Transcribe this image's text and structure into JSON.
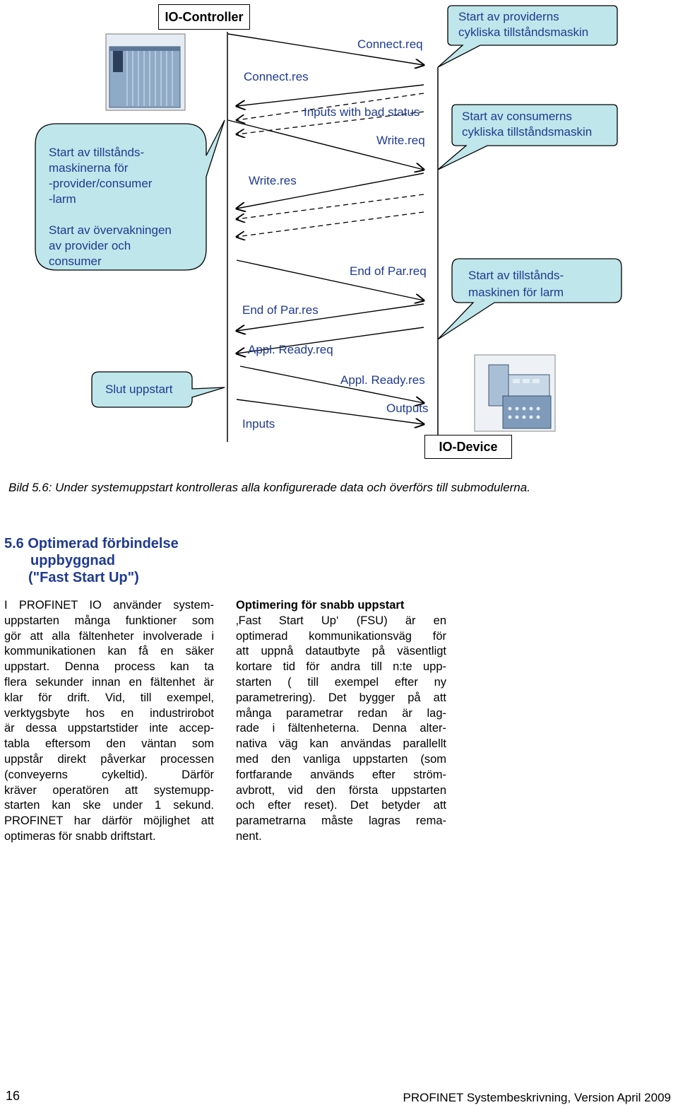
{
  "diagram": {
    "controller_title": "IO-Controller",
    "device_title": "IO-Device",
    "messages": {
      "connect_req": "Connect.req",
      "connect_res": "Connect.res",
      "inputs_bad_status": "Inputs with bad status",
      "write_req": "Write.req",
      "write_res": "Write.res",
      "end_par_req": "End of Par.req",
      "end_par_res": "End of Par.res",
      "appl_ready_req": "Appl. Ready.req",
      "appl_ready_res": "Appl. Ready.res",
      "outputs": "Outputs",
      "inputs": "Inputs"
    },
    "callouts": {
      "provider_machine": [
        "Start av providerns",
        "cykliska tillståndsmaskin"
      ],
      "consumer_machine": [
        "Start av consumerns",
        "cykliska tillståndsmaskin"
      ],
      "alarm_machine": [
        "Start av tillstånds-",
        "maskinen för larm"
      ],
      "left_bubble_1": [
        "Start av tillstånds-",
        "maskinerna för",
        "-provider/consumer",
        "-larm"
      ],
      "left_bubble_2": [
        "Start av övervakningen",
        "av provider och",
        "consumer"
      ],
      "end_startup": "Slut uppstart"
    },
    "colors": {
      "bubble_fill": "#bfe6ea",
      "label_blue": "#1f3a93"
    },
    "icons": [
      "controller-device-icon",
      "io-device-module-icon"
    ]
  },
  "caption": "Bild 5.6: Under systemuppstart kontrolleras alla konfigurerade data och överförs till submodulerna.",
  "section": {
    "heading_lines": [
      "5.6 Optimerad förbindelse",
      "uppbyggnad",
      "(\"Fast Start Up\")"
    ],
    "left_column_lines": [
      "I PROFINET IO använder system-",
      "uppstarten många funktioner som",
      "gör att alla fältenheter involverade i",
      "kommunikationen kan få en säker",
      "uppstart. Denna process kan ta",
      "flera sekunder innan en fältenhet är",
      "klar för drift. Vid, till exempel,",
      "verktygsbyte hos en industrirobot",
      "är dessa uppstartstider inte accep-",
      "tabla eftersom den väntan som",
      "uppstår direkt påverkar processen",
      "(conveyerns cykeltid). Därför",
      "kräver operatören att systemupp-",
      "starten kan ske under 1 sekund.",
      "PROFINET har därför möjlighet att",
      "optimeras för snabb driftstart."
    ],
    "right_column_title": "Optimering för snabb uppstart",
    "right_column_lines": [
      "‚Fast Start Up‘ (FSU) är en",
      "optimerad kommunikationsväg för",
      "att uppnå datautbyte på väsentligt",
      "kortare tid för andra till n:te upp-",
      "starten ( till exempel efter ny",
      "parametrering). Det bygger på att",
      "många parametrar redan är lag-",
      "rade i fältenheterna. Denna alter-",
      "nativa väg kan användas parallellt",
      "med den vanliga uppstarten (som",
      "fortfarande används efter ström-",
      "avbrott, vid den första uppstarten",
      "och efter reset). Det betyder att",
      "parametrarna måste lagras rema-",
      "nent."
    ]
  },
  "footer": {
    "page_number": "16",
    "doc_title": "PROFINET Systembeskrivning, Version April 2009"
  }
}
